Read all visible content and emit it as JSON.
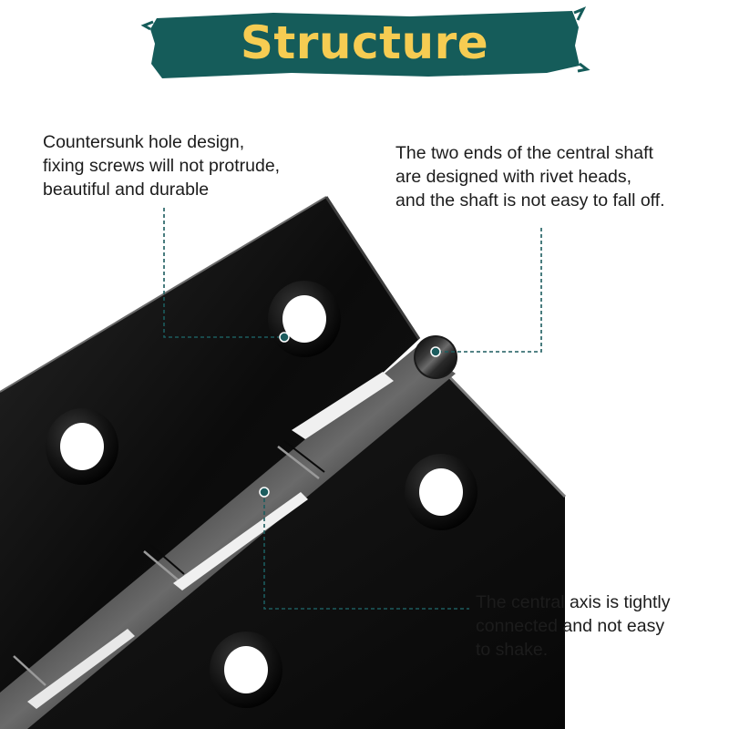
{
  "banner": {
    "title": "Structure",
    "background_color": "#155c5a",
    "text_color": "#f6cc52"
  },
  "callouts": [
    {
      "lines": [
        "Countersunk hole design,",
        "fixing screws will not protrude,",
        "beautiful and durable"
      ]
    },
    {
      "lines": [
        "The two ends of the central shaft",
        "are designed with rivet heads,",
        "and the shaft is not easy to fall off."
      ]
    },
    {
      "lines": [
        "The central axis is tightly",
        "connected and not easy",
        "to shake."
      ]
    }
  ],
  "colors": {
    "hinge": "#0d0d0d",
    "leader_line": "#1c5c5e"
  }
}
